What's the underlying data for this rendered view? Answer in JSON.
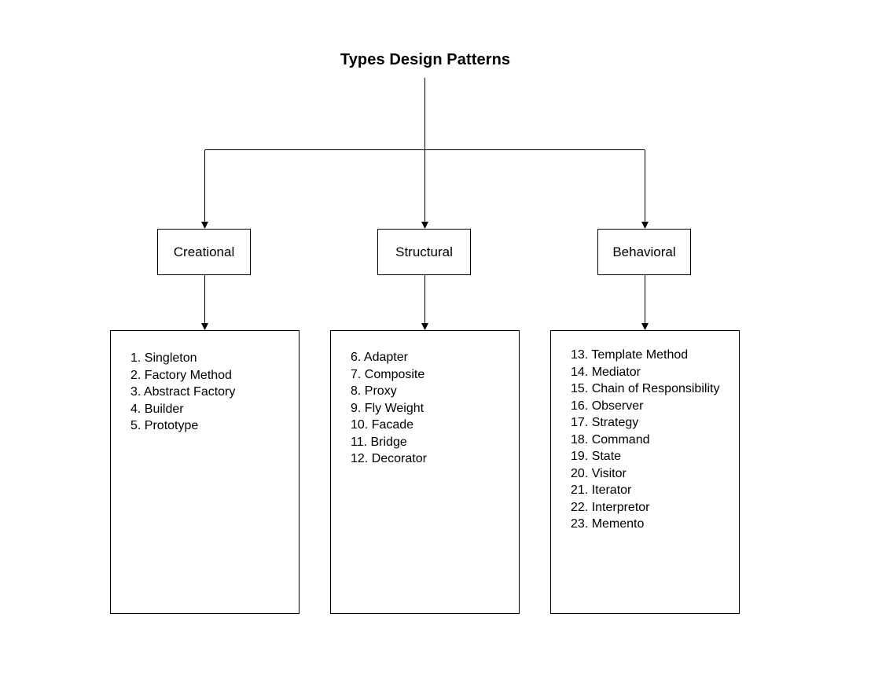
{
  "diagram": {
    "title": "Types Design Patterns",
    "background_color": "#ffffff",
    "line_color": "#000000",
    "text_color": "#000000"
  },
  "categories": [
    {
      "id": "creational",
      "label": "Creational",
      "patterns": [
        {
          "num": "1.",
          "name": "Singleton"
        },
        {
          "num": "2.",
          "name": "Factory Method"
        },
        {
          "num": "3.",
          "name": "Abstract Factory"
        },
        {
          "num": "4.",
          "name": "Builder"
        },
        {
          "num": "5.",
          "name": "Prototype"
        }
      ]
    },
    {
      "id": "structural",
      "label": "Structural",
      "patterns": [
        {
          "num": "6.",
          "name": "Adapter"
        },
        {
          "num": "7.",
          "name": "Composite"
        },
        {
          "num": "8.",
          "name": "Proxy"
        },
        {
          "num": "9.",
          "name": "Fly Weight"
        },
        {
          "num": "10.",
          "name": "Facade"
        },
        {
          "num": "11.",
          "name": "Bridge"
        },
        {
          "num": "12.",
          "name": "Decorator"
        }
      ]
    },
    {
      "id": "behavioral",
      "label": "Behavioral",
      "patterns": [
        {
          "num": "13.",
          "name": "Template Method"
        },
        {
          "num": "14.",
          "name": "Mediator"
        },
        {
          "num": "15.",
          "name": "Chain of Responsibility"
        },
        {
          "num": "16.",
          "name": "Observer"
        },
        {
          "num": "17.",
          "name": "Strategy"
        },
        {
          "num": "18.",
          "name": "Command"
        },
        {
          "num": "19.",
          "name": "State"
        },
        {
          "num": "20.",
          "name": "Visitor"
        },
        {
          "num": "21.",
          "name": "Iterator"
        },
        {
          "num": "22.",
          "name": "Interpretor"
        },
        {
          "num": "23.",
          "name": "Memento"
        }
      ]
    }
  ]
}
